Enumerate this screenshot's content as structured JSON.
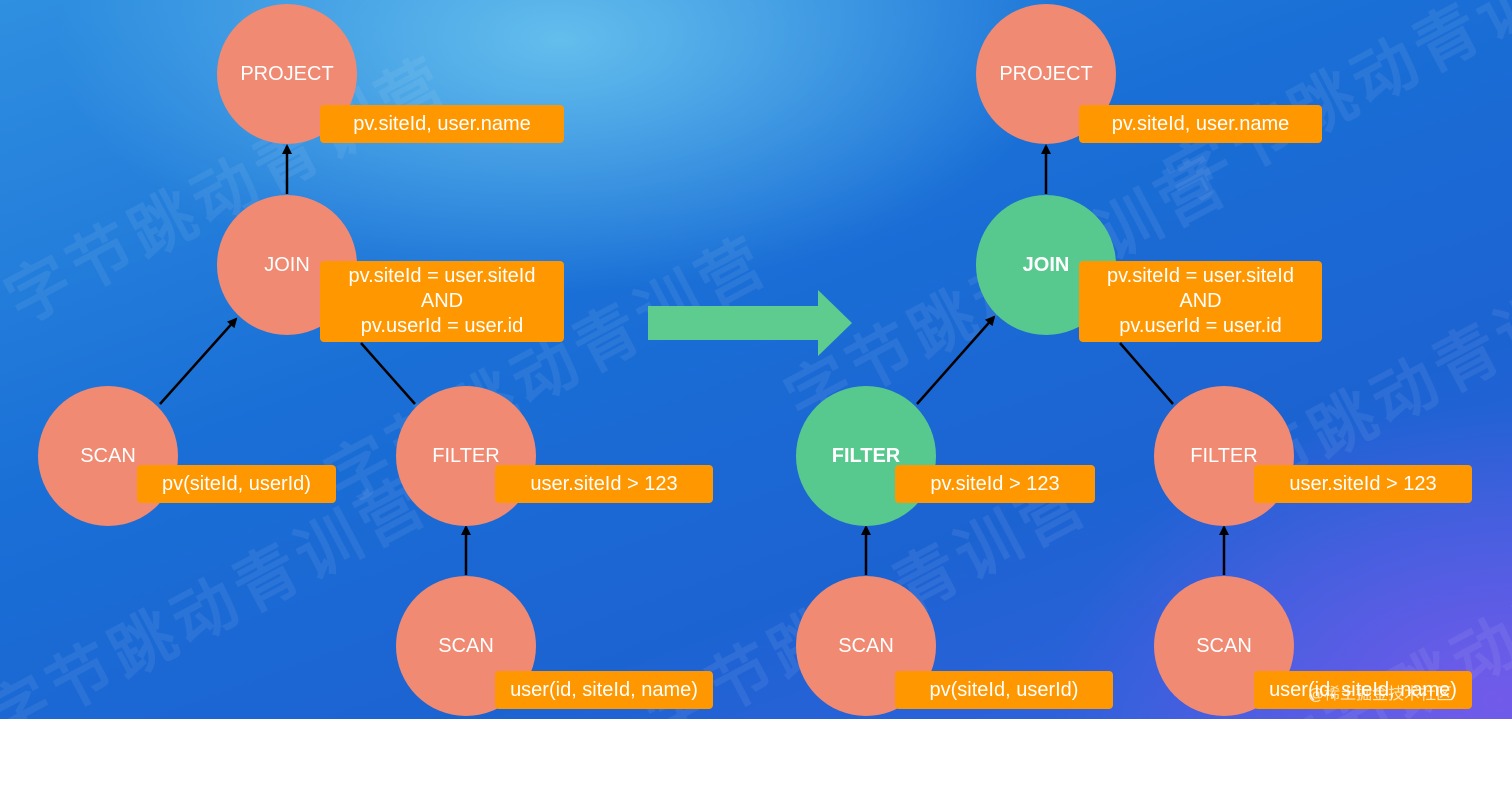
{
  "left_plan": {
    "project": {
      "label": "PROJECT",
      "columns": "pv.siteId, user.name"
    },
    "join": {
      "label": "JOIN",
      "condition": [
        "pv.siteId = user.siteId",
        "AND",
        "pv.userId = user.id"
      ]
    },
    "scan_pv": {
      "label": "SCAN",
      "columns": "pv(siteId, userId)"
    },
    "filter": {
      "label": "FILTER",
      "predicate": "user.siteId > 123"
    },
    "scan_user": {
      "label": "SCAN",
      "columns": "user(id, siteId, name)"
    }
  },
  "right_plan": {
    "project": {
      "label": "PROJECT",
      "columns": "pv.siteId, user.name"
    },
    "join": {
      "label": "JOIN",
      "condition": [
        "pv.siteId = user.siteId",
        "AND",
        "pv.userId = user.id"
      ]
    },
    "filter_pv": {
      "label": "FILTER",
      "predicate": "pv.siteId > 123"
    },
    "filter_user": {
      "label": "FILTER",
      "predicate": "user.siteId > 123"
    },
    "scan_pv": {
      "label": "SCAN",
      "columns": "pv(siteId, userId)"
    },
    "scan_user": {
      "label": "SCAN",
      "columns": "user(id, siteId, name)"
    }
  },
  "watermark": {
    "text": "字节跳动青训营"
  },
  "footer_watermark": "@稀土掘金技术社区",
  "colors": {
    "node": "#f08a72",
    "node_highlight": "#58c98e",
    "tag": "#ff9800",
    "transform_arrow": "#5ecb8f"
  }
}
